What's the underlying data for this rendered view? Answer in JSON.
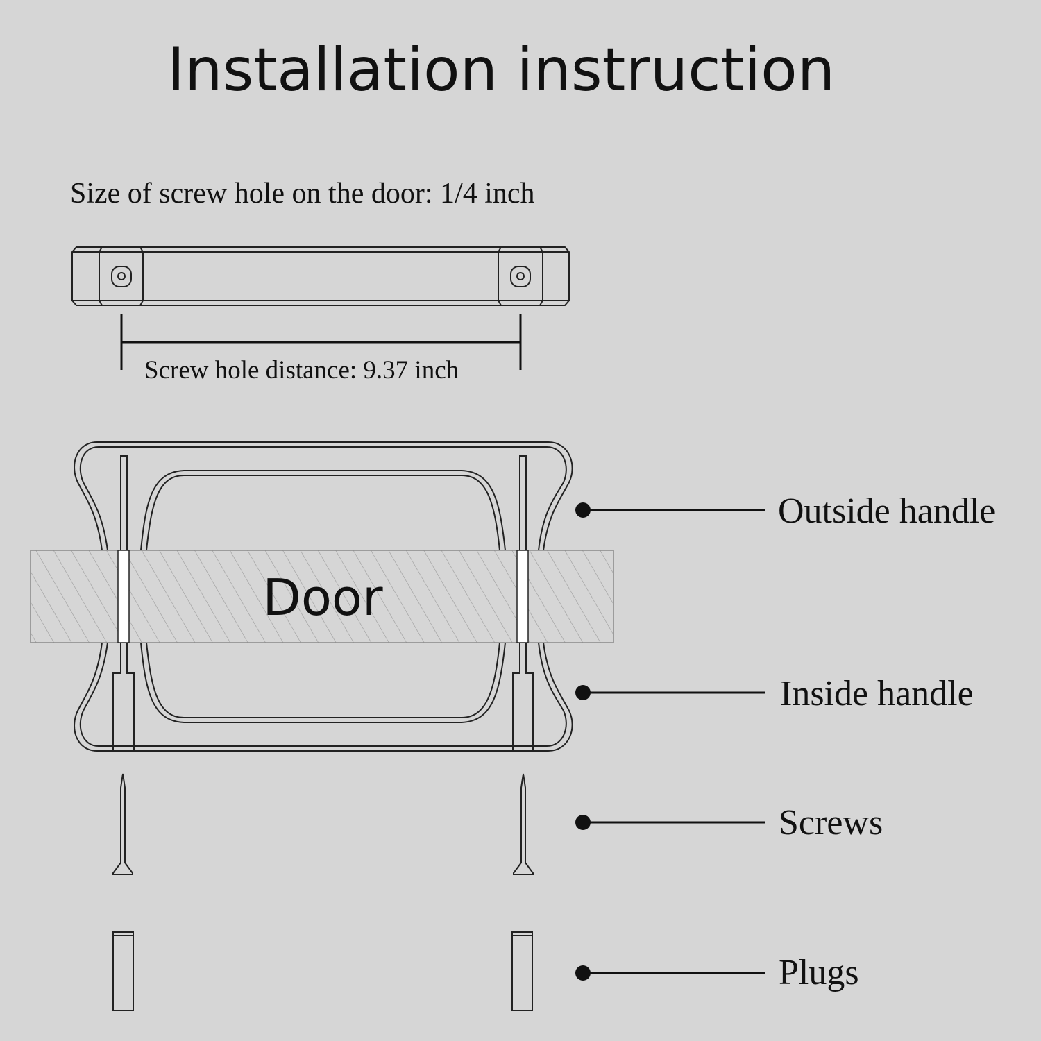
{
  "title": "Installation instruction",
  "screw_hole_size": "Size of screw hole on the door: 1/4 inch",
  "screw_hole_distance": "Screw hole distance: 9.37 inch",
  "door_label": "Door",
  "parts": {
    "outside_handle": "Outside handle",
    "inside_handle": "Inside handle",
    "screws": "Screws",
    "plugs": "Plugs"
  },
  "colors": {
    "background": "#d6d6d6",
    "line": "#222222"
  }
}
